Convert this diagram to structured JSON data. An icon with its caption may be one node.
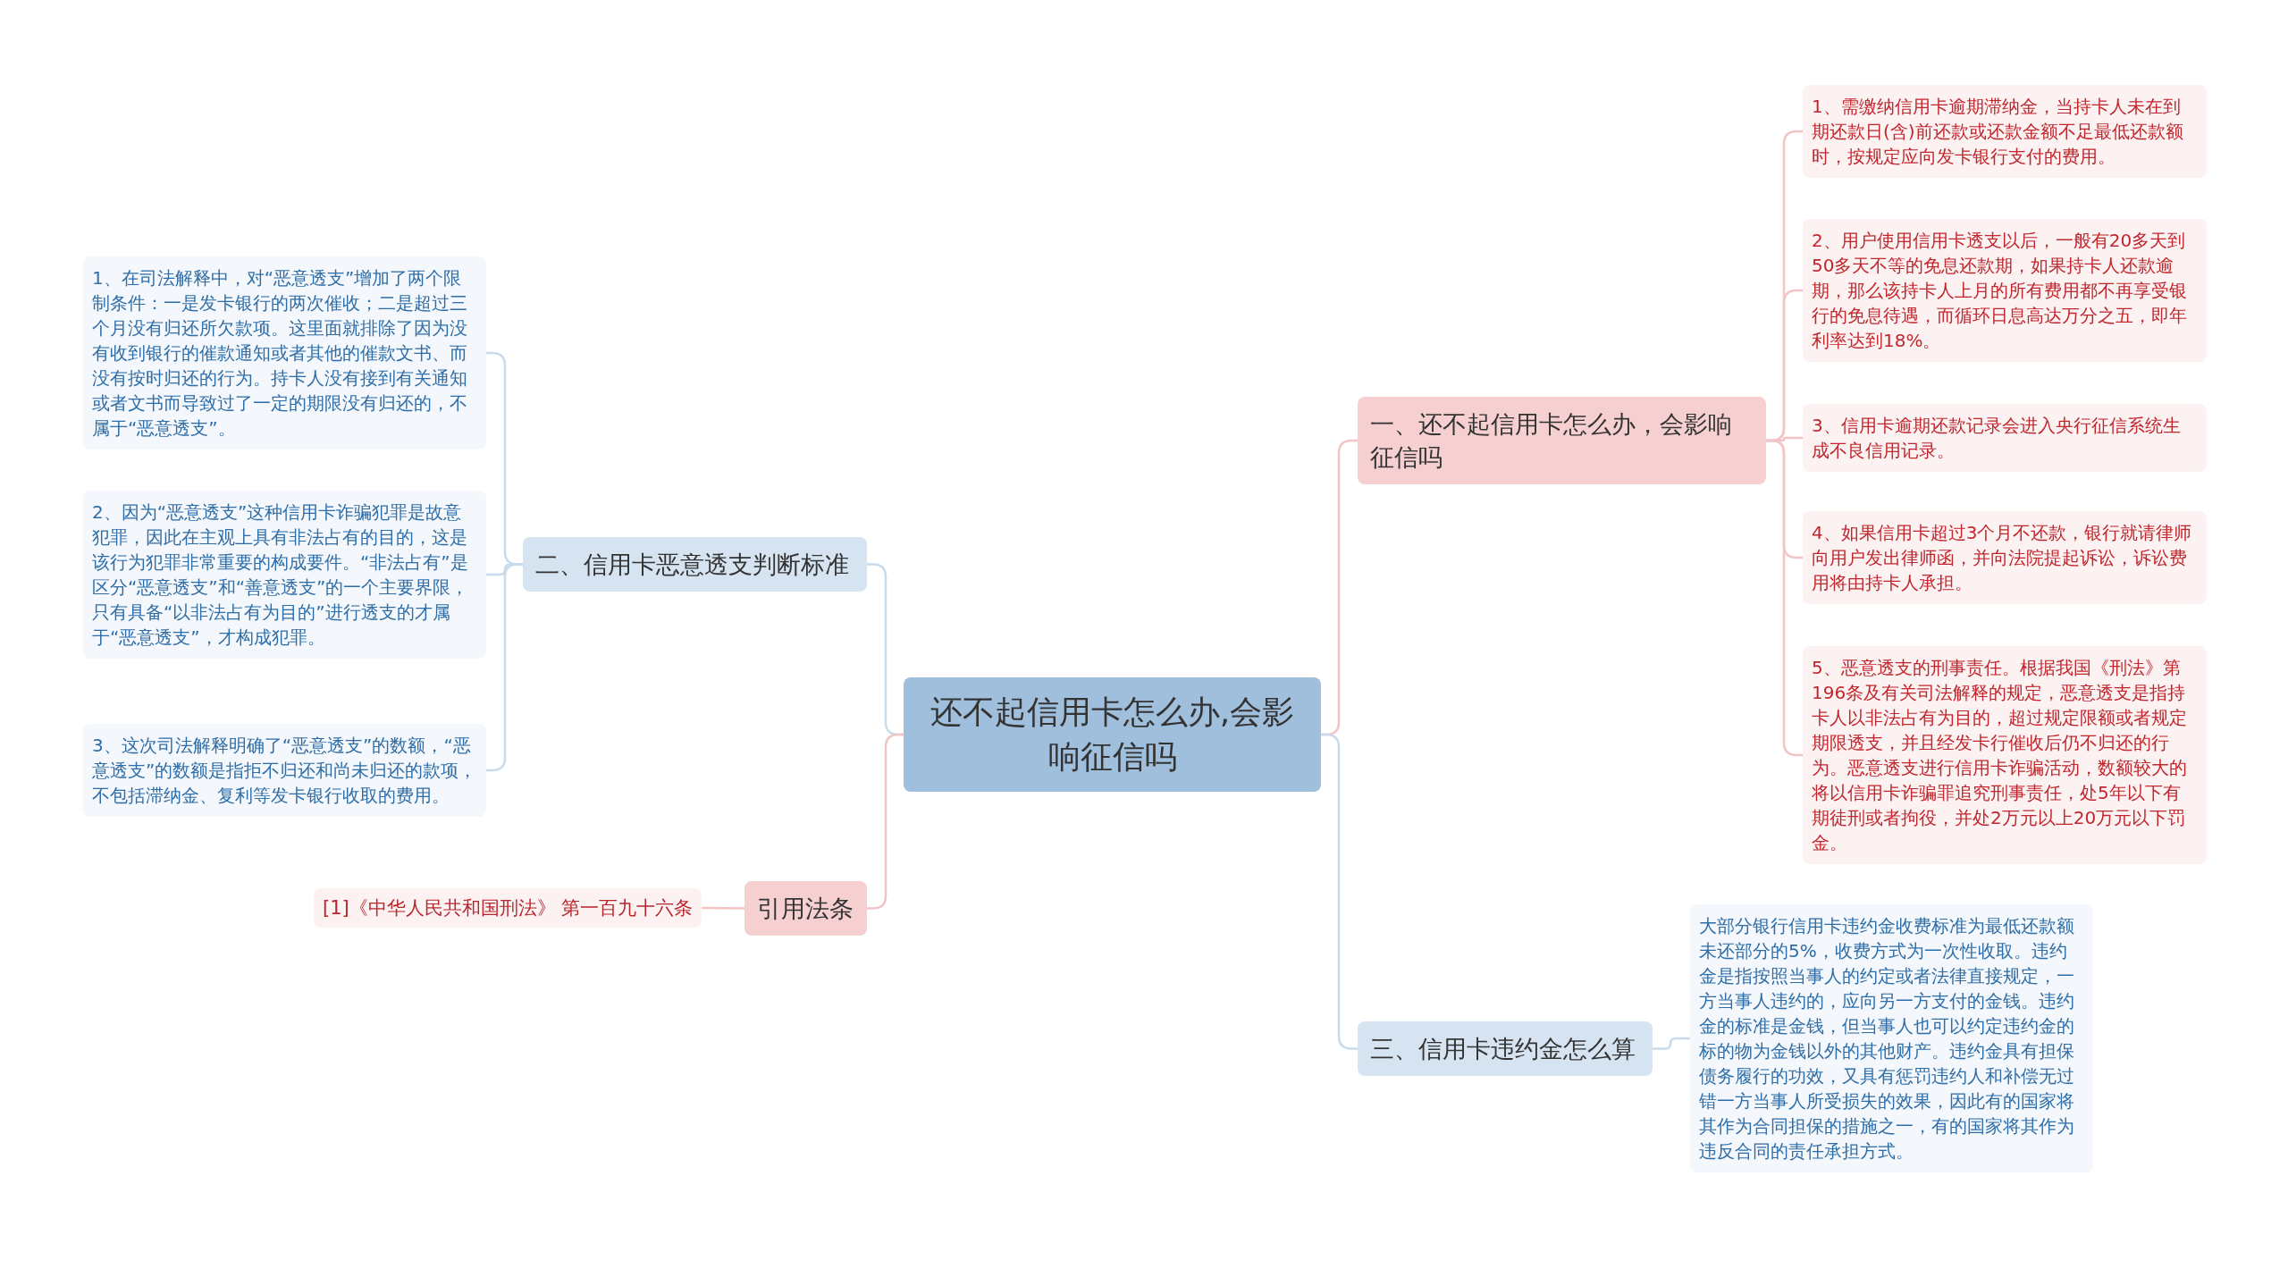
{
  "diagram": {
    "nodes": [
      {
        "text": [
          "还不起信用卡怎么办,会影响征信吗"
        ]
      },
      {
        "text": [
          "一、还不起信用卡怎么办，会影响征信吗"
        ]
      },
      {
        "text": [
          "1、需缴纳信用卡逾期滞纳金，当持卡人未在到期还款日(含)前还款或还款金额不足最低还款额时，按规定应向发卡银行支付的费用。"
        ]
      },
      {
        "text": [
          "2、用户使用信用卡透支以后，一般有20多天到50多天不等的免息还款期，如果持卡人还款逾期，那么该持卡人上月的所有费用都不再享受银行的免息待遇，而循环日息高达万分之五，即年利率达到18%。"
        ]
      },
      {
        "text": [
          "3、信用卡逾期还款记录会进入央行征信系统生成不良信用记录。"
        ]
      },
      {
        "text": [
          "4、如果信用卡超过3个月不还款，银行就请律师向用户发出律师函，并向法院提起诉讼，诉讼费用将由持卡人承担。"
        ]
      },
      {
        "text": [
          "5、恶意透支的刑事责任。根据我国《刑法》第196条及有关司法解释的规定，恶意透支是指持卡人以非法占有为目的，超过规定限额或者规定期限透支，并且经发卡行催收后仍不归还的行为。恶意透支进行信用卡诈骗活动，数额较大的将以信用卡诈骗罪追究刑事责任，处5年以下有期徒刑或者拘役，并处2万元以上20万元以下罚金。"
        ]
      },
      {
        "text": [
          "三、信用卡违约金怎么算"
        ]
      },
      {
        "text": [
          "大部分银行信用卡违约金收费标准为最低还款额未还部分的5%，收费方式为一次性收取。违约金是指按照当事人的约定或者法律直接规定，一方当事人违约的，应向另一方支付的金钱。违约金的标准是金钱，但当事人也可以约定违约金的标的物为金钱以外的其他财产。违约金具有担保债务履行的功效，又具有惩罚违约人和补偿无过错一方当事人所受损失的效果，因此有的国家将其作为合同担保的措施之一，有的国家将其作为违反合同的责任承担方式。"
        ]
      },
      {
        "text": [
          "二、信用卡恶意透支判断标准"
        ]
      },
      {
        "text": [
          "1、在司法解释中，对“恶意透支”增加了两个限制条件：一是发卡银行的两次催收；二是超过三个月没有归还所欠款项。这里面就排除了因为没有收到银行的催款通知或者其他的催款文书、而没有按时归还的行为。持卡人没有接到有关通知或者文书而导致过了一定的期限没有归还的，不属于“恶意透支”。"
        ]
      },
      {
        "text": [
          "2、因为“恶意透支”这种信用卡诈骗犯罪是故意犯罪，因此在主观上具有非法占有的目的，这是该行为犯罪非常重要的构成要件。“非法占有”是区分“恶意透支”和“善意透支”的一个主要界限，只有具备“以非法占有为目的”进行透支的才属于“恶意透支”，才构成犯罪。"
        ]
      },
      {
        "text": [
          "3、这次司法解释明确了“恶意透支”的数额，“恶意透支”的数额是指拒不归还和尚未归还的款项，不包括滞纳金、复利等发卡银行收取的费用。"
        ]
      },
      {
        "text": [
          "引用法条"
        ]
      },
      {
        "text": [
          "[1]《中华人民共和国刑法》 第一百九十六条"
        ]
      }
    ],
    "edges": [
      {
        "from": 0,
        "to": 1,
        "arrow": "none"
      },
      {
        "from": 1,
        "to": 2,
        "arrow": "none"
      },
      {
        "from": 1,
        "to": 3,
        "arrow": "none"
      },
      {
        "from": 1,
        "to": 4,
        "arrow": "none"
      },
      {
        "from": 1,
        "to": 5,
        "arrow": "none"
      },
      {
        "from": 1,
        "to": 6,
        "arrow": "none"
      },
      {
        "from": 0,
        "to": 7,
        "arrow": "none",
        "color": "#c9dbea"
      },
      {
        "from": 7,
        "to": 8,
        "arrow": "none",
        "color": "#c9dbea"
      },
      {
        "from": 0,
        "to": 9,
        "arrow": "none",
        "color": "#c9dbea"
      },
      {
        "from": 9,
        "to": 10,
        "arrow": "none",
        "color": "#c9dbea"
      },
      {
        "from": 9,
        "to": 11,
        "arrow": "none",
        "color": "#c9dbea"
      },
      {
        "from": 9,
        "to": 12,
        "arrow": "none",
        "color": "#c9dbea"
      },
      {
        "from": 0,
        "to": 13,
        "arrow": "none"
      },
      {
        "from": 13,
        "to": 14,
        "arrow": "none"
      }
    ]
  }
}
